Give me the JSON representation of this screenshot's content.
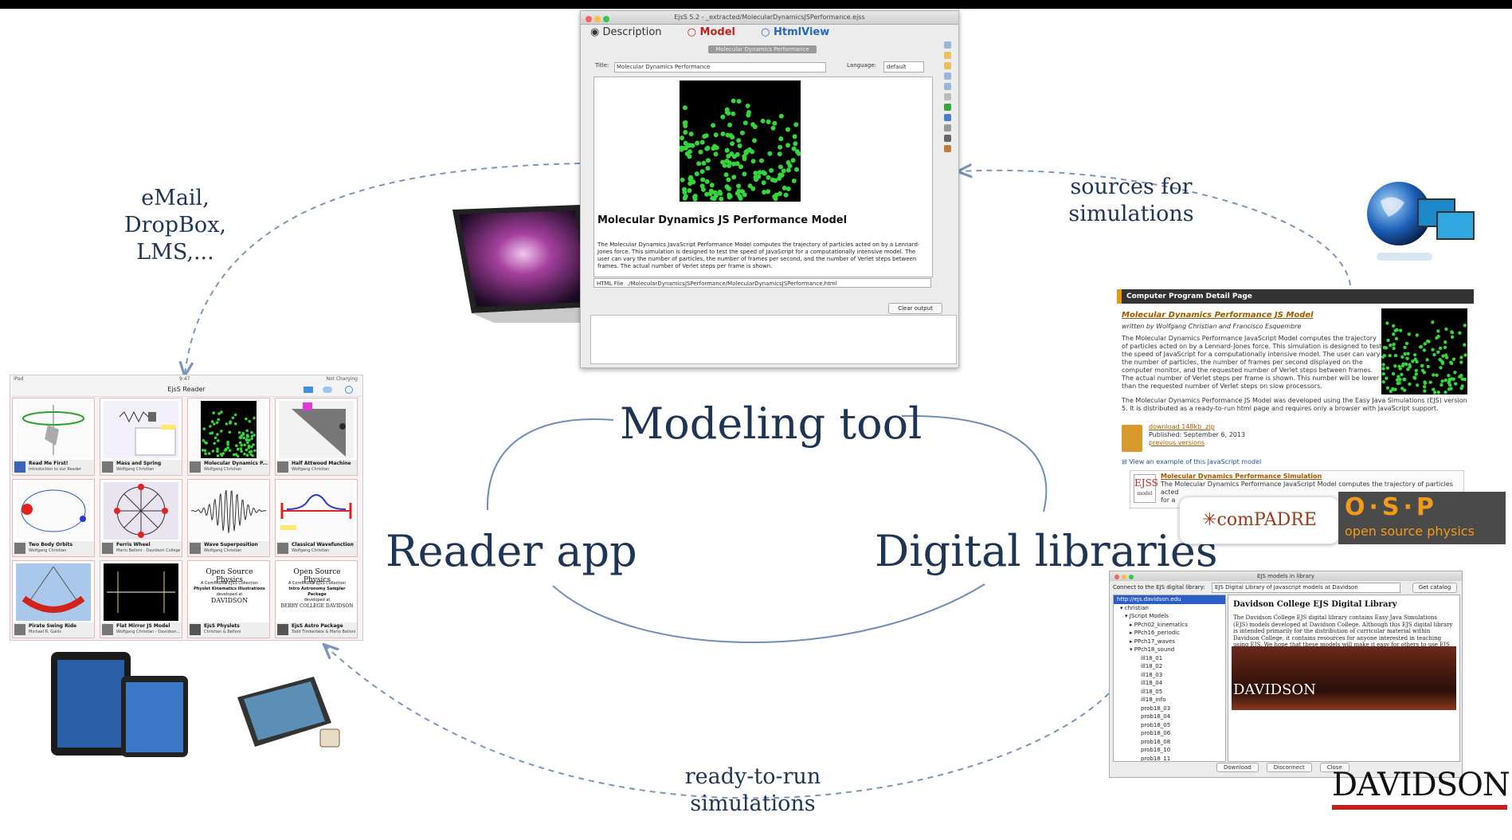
{
  "labels": {
    "modeling_tool": "Modeling tool",
    "reader_app": "Reader app",
    "digital_libraries": "Digital libraries",
    "share_channels": "eMail,\nDropBox,\nLMS,...",
    "sources": "sources for\nsimulations",
    "ready": "ready-to-run\nsimulations"
  },
  "colors": {
    "label": "#1f3556",
    "arrow": "#7a95bd",
    "sim_particles": "#35d43b"
  },
  "ejs_window": {
    "title": "EjsS 5.2 - _extracted/MolecularDynamicsJSPerformance.ejss",
    "tabs": [
      "Description",
      "Model",
      "HtmlView"
    ],
    "subtab": "Molecular Dynamics Performance",
    "title_label": "Title:",
    "title_value": "Molecular Dynamics Performance",
    "language_label": "Language:",
    "language_value": "default",
    "heading": "Molecular Dynamics JS Performance Model",
    "description": "The Molecular Dynamics JavaScript Performance Model computes the trajectory of particles acted on by a Lennard-Jones force.  This simulation is designed to test the speed of JavaScript for a computationally intensive model.  The user can vary the number of particles, the number of frames per second, and the number of Verlet steps between frames.  The actual number of Verlet steps per frame is shown.",
    "html_file_label": "HTML File",
    "html_file_value": "./MolecularDynamicsJSPerformance/MolecularDynamicsJSPerformance.html",
    "clear_output": "Clear output"
  },
  "comPADRE_page": {
    "header": "Computer Program Detail Page",
    "title": "Molecular Dynamics Performance JS Model",
    "authors": "written by Wolfgang Christian and Francisco Esquembre",
    "body": "The Molecular Dynamics Performance JavaScript Model computes the trajectory of particles acted on by a Lennard-Jones force.  This simulation is designed to test the speed of JavaScript for a computationally intensive model.  The user can vary the number of particles, the number of frames per second displayed on the computer monitor, and the requested number of Verlet steps between frames.  The actual number of Verlet steps per frame is shown.  This number will be lower than the requested number of Verlet steps on slow processors.",
    "body2": "The Molecular Dynamics Performance  JS Model was developed using the Easy Java Simulations (EJS) version 5.  It is distributed as a ready-to-run html page and requires only a browser with JavaScript support.",
    "download": "download 148kb .zip",
    "published": "Published: September 6, 2013",
    "previous": "previous versions",
    "example": "View an example of this JavaScript model",
    "ejs_icon_text": "EJSS",
    "ejs_icon_sub": "model",
    "ejs_link": "Molecular Dynamics Performance Simulation",
    "ejs_text": "The Molecular Dynamics Performance JavaScript Model computes the trajectory of particles acted",
    "ejs_text2": "for a"
  },
  "logos": {
    "compadre": "comPADRE",
    "osp_big": "O·S·P",
    "osp_small": "open source physics",
    "davidson": "DAVIDSON"
  },
  "davidson_window": {
    "title": "EJS models in library",
    "connect_label": "Connect to the EJS digital library:",
    "connect_value": "EJS Digital Library of Javascript models at Davidson",
    "get_catalog": "Get catalog",
    "tree": [
      "http://ejs.davidson.edu",
      "christian",
      "JScript Models",
      "PPch02_kinematics",
      "PPch16_periodic",
      "PPch17_waves",
      "PPch18_sound",
      "ill18_01",
      "ill18_02",
      "ill18_03",
      "ill18_04",
      "ill18_05",
      "ill18_info",
      "prob18_03",
      "prob18_04",
      "prob18_05",
      "prob18_06",
      "prob18_08",
      "prob18_10",
      "prob18_11"
    ],
    "heading": "Davidson College EJS Digital Library",
    "paragraph": "The Davidson College EJS digital library contains Easy Java Simulations (EJS) models developed at Davidson College. Although this EJS digital library is intended primarily for the distribution of curricular material within Davidson College, it contains resources for anyone interested in teaching using EJS. We hope that these models will make it easy for others to use EJS in their own teaching.",
    "photo_label": "DAVIDSON",
    "buttons": [
      "Download",
      "Disconnect",
      "Close"
    ]
  },
  "reader": {
    "status_left": "iPad",
    "status_time": "9:47",
    "status_right": "Not Charging",
    "title": "EjsS Reader",
    "tiles": [
      {
        "name": "Read Me First!",
        "author": "Introduction to our Reader"
      },
      {
        "name": "Mass and Spring",
        "author": "Wolfgang Christian"
      },
      {
        "name": "Molecular Dynamics P...",
        "author": "Wolfgang Christian"
      },
      {
        "name": "Half Attwood Machine",
        "author": "Wolfgang Christian"
      },
      {
        "name": "Two Body Orbits",
        "author": "Wolfgang Christian"
      },
      {
        "name": "Ferris Wheel",
        "author": "Mario Belloni - Davidson College"
      },
      {
        "name": "Wave Superposition",
        "author": "Wolfgang Christian"
      },
      {
        "name": "Classical Wavefunction",
        "author": "Wolfgang Christian"
      },
      {
        "name": "Pirate Swing Ride",
        "author": "Michael R. Gallis"
      },
      {
        "name": "Flat Mirror JS Model",
        "author": "Wolfgang Christian - Davidson..."
      },
      {
        "name": "EjsS Physlets",
        "author": "Christian & Belloni"
      },
      {
        "name": "EjsS Astro Package",
        "author": "Todd Timberlake & Mario Belloni"
      }
    ],
    "osp_tile1": {
      "head": "Open Source Physics",
      "sub": "A ComPADRE EJSS Collection",
      "title": "Physlet Kinematics Illustrations",
      "dev": "developed at",
      "school": "DAVIDSON"
    },
    "osp_tile2": {
      "head": "Open Source Physics",
      "sub": "A ComPADRE EJSS Collection",
      "title": "Intro Astronomy Sampler Package",
      "dev": "developed at",
      "school": "BERRY COLLEGE  DAVIDSON"
    }
  }
}
